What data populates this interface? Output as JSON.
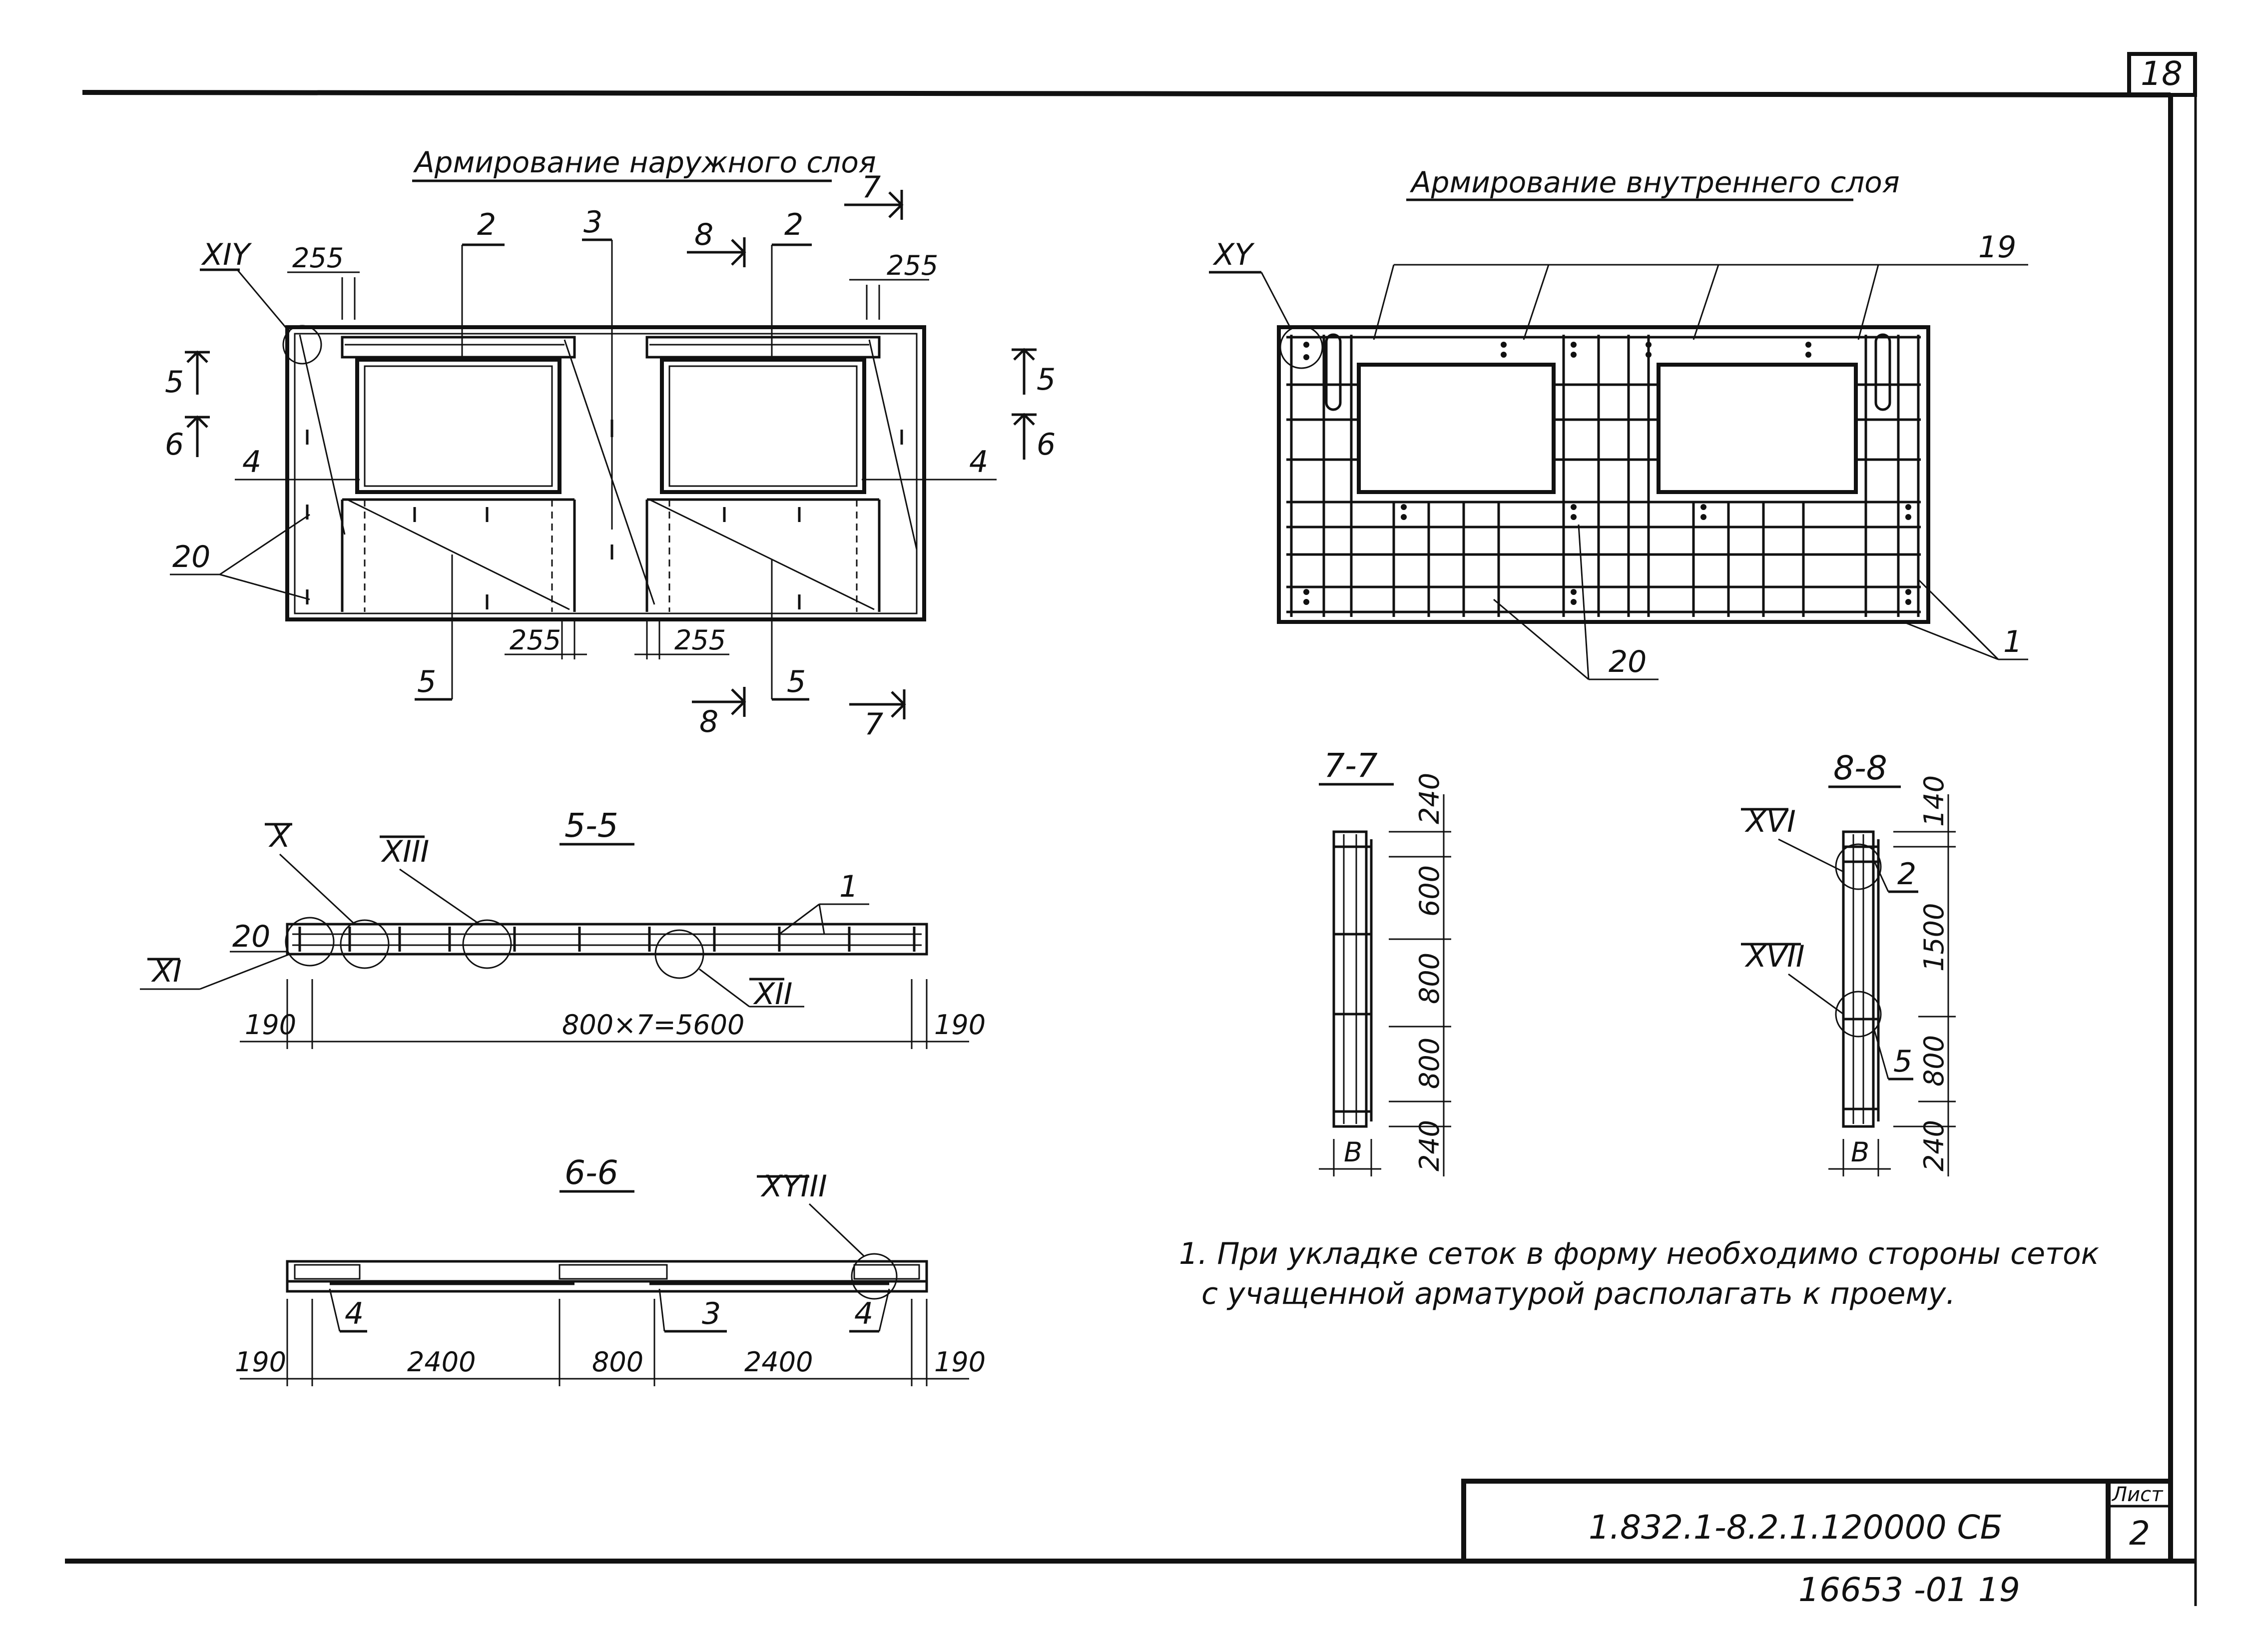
{
  "sheet": {
    "corner_number": "18",
    "code": "1.832.1-8.2.1.120000 СБ",
    "list_label": "Лист",
    "list_number": "2",
    "inventory": "16653 -01 19"
  },
  "outer_layer": {
    "title": "Армирование наружного слоя",
    "callouts": {
      "c2a": "2",
      "c3": "3",
      "c2b": "2",
      "c4l": "4",
      "c4r": "4",
      "c5a": "5",
      "c5b": "5",
      "c20": "20"
    },
    "detail_mark": "XIY",
    "dims": {
      "d255_tl": "255",
      "d255_tr": "255",
      "d255_bl": "255",
      "d255_br": "255"
    },
    "section_marks": {
      "s7_top": "7",
      "s8_top": "8",
      "s8_bot": "8",
      "s7_bot": "7",
      "s5_left": "5",
      "s6_left": "6",
      "s5_right": "5",
      "s6_right": "6"
    }
  },
  "inner_layer": {
    "title": "Армирование внутреннего слоя",
    "detail_mark": "XY",
    "callouts": {
      "c19": "19",
      "c20": "20",
      "c1": "1"
    }
  },
  "section_5_5": {
    "title": "5-5",
    "marks": {
      "m_x": "X",
      "m_xiii": "XIII",
      "m_xi": "XI",
      "m_xii": "XII"
    },
    "callouts": {
      "c20": "20",
      "c1": "1"
    },
    "dims": {
      "left": "190",
      "mid": "800×7=5600",
      "right": "190"
    }
  },
  "section_6_6": {
    "title": "6-6",
    "mark": "XYIII",
    "callouts": {
      "c4l": "4",
      "c3": "3",
      "c4r": "4"
    },
    "dims": {
      "d1": "190",
      "d2": "2400",
      "d3": "800",
      "d4": "2400",
      "d5": "190"
    }
  },
  "section_7_7": {
    "title": "7-7",
    "dims": {
      "d1": "240",
      "d2": "600",
      "d3": "800",
      "d4": "800",
      "d5": "240"
    },
    "width": "В"
  },
  "section_8_8": {
    "title": "8-8",
    "marks": {
      "m_xvi": "XVI",
      "m_xvii": "XVII"
    },
    "callouts": {
      "c2": "2",
      "c5": "5"
    },
    "dims": {
      "d1": "140",
      "d2": "1500",
      "d3": "800",
      "d4": "240"
    },
    "width": "В"
  },
  "notes": {
    "line1": "1. При укладке  сеток в форму необходимо стороны сеток",
    "line2": "с учащенной арматурой располагать к проему."
  }
}
